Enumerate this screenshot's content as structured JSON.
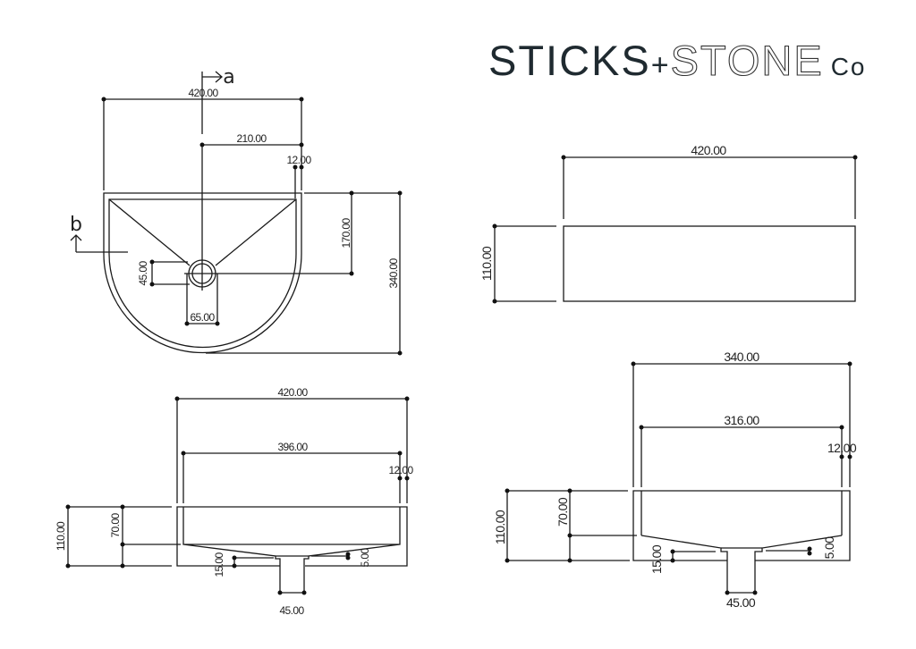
{
  "logo": {
    "part1": "STICKS",
    "plus": "+",
    "part2": "STONE",
    "suffix": "Co"
  },
  "colors": {
    "line": "#1a1a1a",
    "logo": "#1f2a30"
  },
  "plan_view": {
    "section_a": "a",
    "section_b": "b",
    "width": "420.00",
    "half_width": "210.00",
    "rim": "12.00",
    "drain_offset": "170.00",
    "depth": "340.00",
    "drain_inner": "45.00",
    "drain_outer": "65.00"
  },
  "side_view": {
    "width": "420.00",
    "height": "110.00"
  },
  "front_section": {
    "width": "420.00",
    "inner_width": "396.00",
    "rim": "12.00",
    "height": "110.00",
    "bowl_depth": "70.00",
    "base": "15.00",
    "slope": "5.00",
    "drain": "45.00"
  },
  "side_section": {
    "width": "340.00",
    "inner_width": "316.00",
    "rim": "12.00",
    "height": "110.00",
    "bowl_depth": "70.00",
    "base": "15.00",
    "slope": "5.00",
    "drain": "45.00"
  }
}
